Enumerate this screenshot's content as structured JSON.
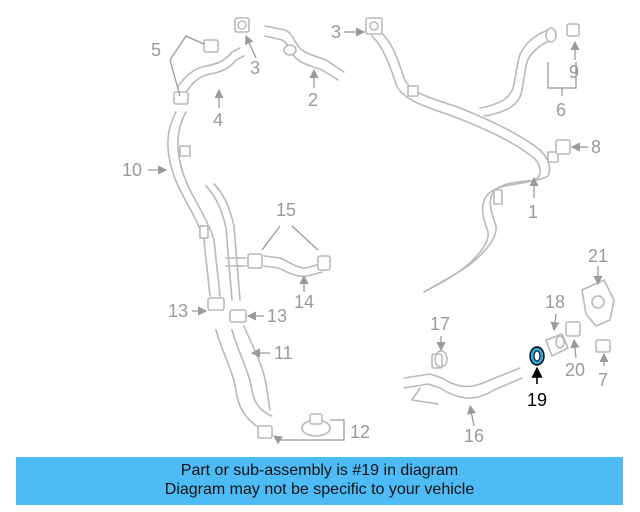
{
  "diagram": {
    "callouts": [
      "1",
      "2",
      "3",
      "3",
      "4",
      "5",
      "6",
      "7",
      "8",
      "9",
      "10",
      "11",
      "12",
      "13",
      "13",
      "14",
      "15",
      "16",
      "17",
      "18",
      "19",
      "20",
      "21"
    ],
    "highlighted": "19",
    "highlight_color": "#2aa9e0"
  },
  "banner": {
    "line1": "Part or sub-assembly is #19 in diagram",
    "line2": "Diagram may not be specific to your vehicle",
    "background": "#4dbcf6"
  }
}
